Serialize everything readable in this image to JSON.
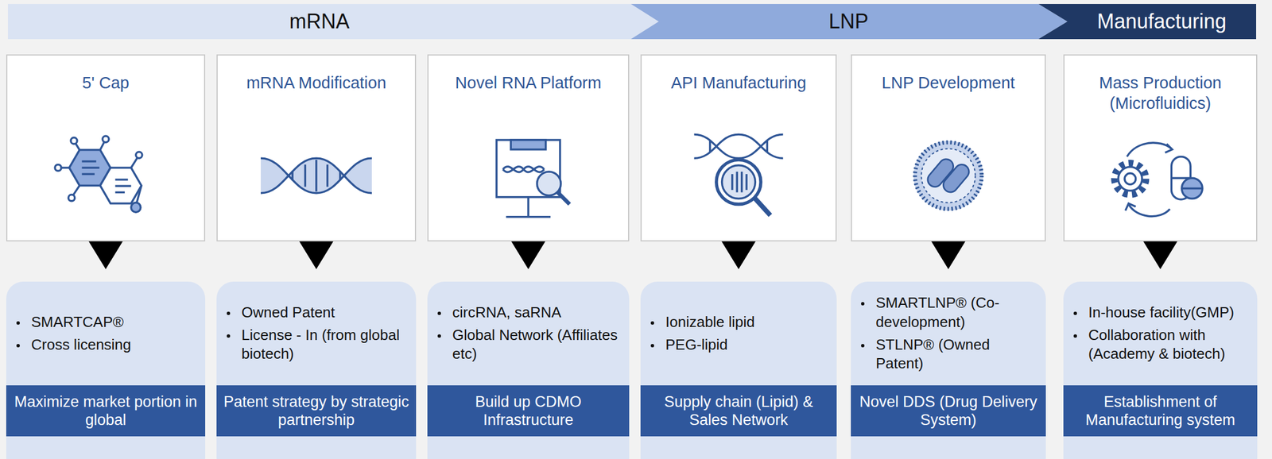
{
  "diagram": {
    "nodes": [
      {
        "text": [
          "mRNA"
        ]
      },
      {
        "text": [
          "LNP"
        ]
      },
      {
        "text": [
          "Manufacturing"
        ]
      },
      {
        "text": [
          "5' Cap"
        ]
      },
      {
        "text": [
          "SMARTCAP®",
          "Cross licensing"
        ]
      },
      {
        "text": [
          "Maximize market portion in global"
        ],
        "in": 4
      },
      {
        "text": [
          "mRNA Modification"
        ]
      },
      {
        "text": [
          "Owned Patent",
          "License - In (from global biotech)"
        ]
      },
      {
        "text": [
          "Patent strategy by strategic partnership"
        ],
        "in": 7
      },
      {
        "text": [
          "Novel RNA Platform"
        ]
      },
      {
        "text": [
          "circRNA, saRNA",
          "Global Network (Affiliates etc)"
        ]
      },
      {
        "text": [
          "Build up CDMO Infrastructure"
        ],
        "in": 10
      },
      {
        "text": [
          "API Manufacturing"
        ]
      },
      {
        "text": [
          "Ionizable lipid",
          "PEG-lipid"
        ]
      },
      {
        "text": [
          "Supply chain (Lipid) & Sales Network"
        ],
        "in": 13
      },
      {
        "text": [
          "LNP Development"
        ]
      },
      {
        "text": [
          "SMARTLNP® (Co-development)",
          "STLNP® (Owned Patent)"
        ]
      },
      {
        "text": [
          "Novel DDS (Drug Delivery System)"
        ],
        "in": 16
      },
      {
        "text": [
          "Mass Production (Microfluidics)"
        ]
      },
      {
        "text": [
          "In-house facility(GMP)",
          "Collaboration with (Academy & biotech)"
        ]
      },
      {
        "text": [
          "Establishment of Manufacturing system"
        ],
        "in": 19
      }
    ],
    "edges": [
      {
        "from": 3,
        "to": 4,
        "arrow": "to"
      },
      {
        "from": 6,
        "to": 7,
        "arrow": "to"
      },
      {
        "from": 9,
        "to": 10,
        "arrow": "to"
      },
      {
        "from": 12,
        "to": 13,
        "arrow": "to"
      },
      {
        "from": 15,
        "to": 16,
        "arrow": "to"
      },
      {
        "from": 18,
        "to": 19,
        "arrow": "to"
      }
    ]
  }
}
